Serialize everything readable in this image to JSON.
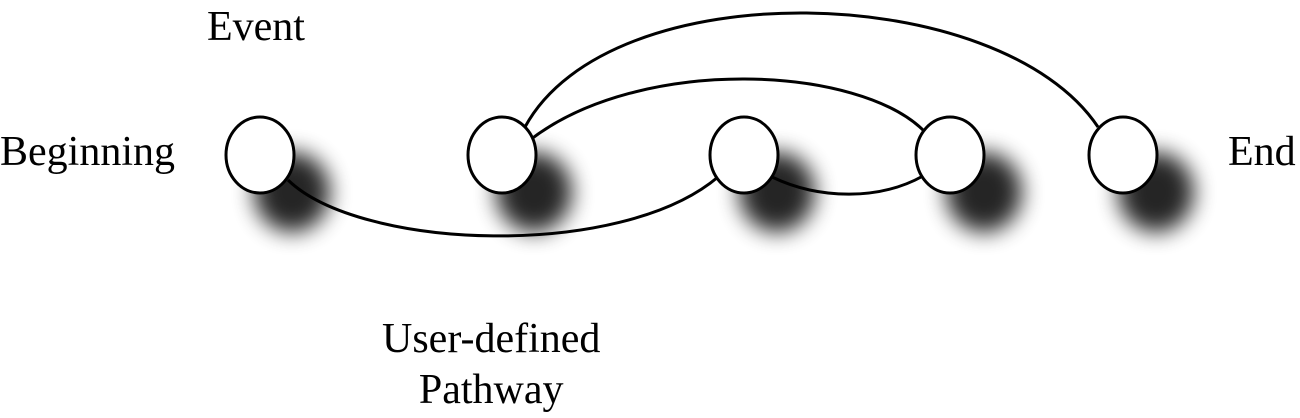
{
  "labels": {
    "event": "Event",
    "beginning": "Beginning",
    "end": "End",
    "pathway_line1": "User-defined",
    "pathway_line2": "Pathway"
  },
  "nodes": [
    {
      "id": "node-1"
    },
    {
      "id": "node-2"
    },
    {
      "id": "node-3"
    },
    {
      "id": "node-4"
    },
    {
      "id": "node-5"
    }
  ],
  "edges": [
    {
      "id": "edge-node1-node3",
      "from": "node-1",
      "to": "node-3"
    },
    {
      "id": "edge-node2-node4",
      "from": "node-2",
      "to": "node-4"
    },
    {
      "id": "edge-node2-node5",
      "from": "node-2",
      "to": "node-5"
    },
    {
      "id": "edge-node3-node4",
      "from": "node-3",
      "to": "node-4"
    }
  ],
  "colors": {
    "stroke": "#000000",
    "node_fill": "#ffffff",
    "shadow": "#000000"
  }
}
